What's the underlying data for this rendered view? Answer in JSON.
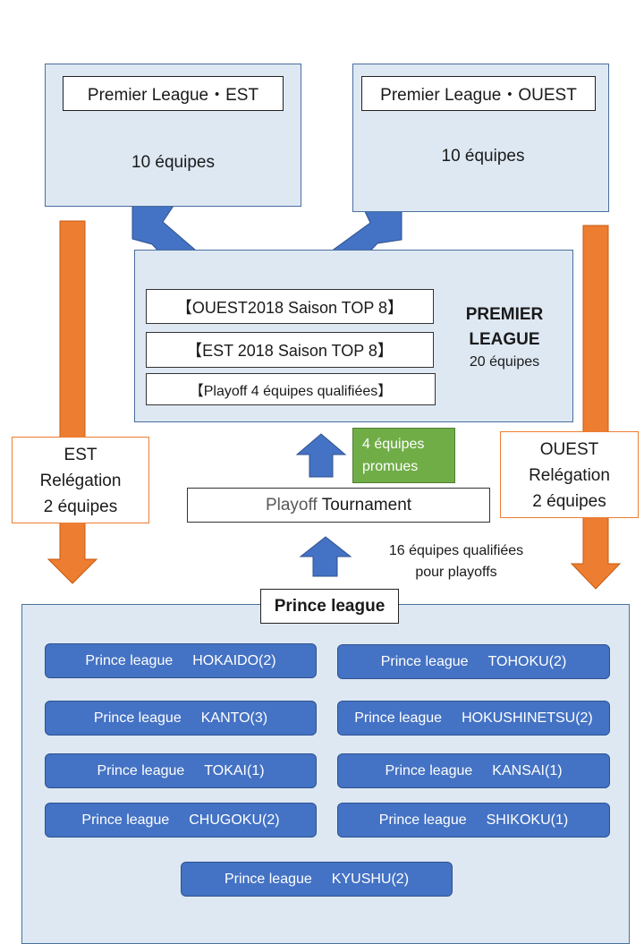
{
  "colors": {
    "panel_fill": "#dee8f3",
    "panel_border": "#4a6f9e",
    "arrow_blue": "#4472c4",
    "arrow_orange": "#ed7d31",
    "promoted_green": "#70ad47",
    "bracket_red": "#e00000"
  },
  "top_left": {
    "title": "Premier League・EST",
    "teams": "10 équipes"
  },
  "top_right": {
    "title": "Premier League・OUEST",
    "teams": "10 équipes"
  },
  "premier": {
    "rows": [
      "【OUEST2018 Saison TOP 8】",
      "【EST 2018 Saison TOP 8】",
      "【Playoff 4 équipes qualifiées】"
    ],
    "label_line1": "PREMIER",
    "label_line2": "LEAGUE",
    "label_teams": "20 équipes"
  },
  "relegation_left": {
    "line1": "EST",
    "line2": "Relégation",
    "line3": "2 équipes"
  },
  "relegation_right": {
    "line1": "OUEST",
    "line2": "Relégation",
    "line3": "2 équipes"
  },
  "promoted": {
    "line1": "4 équipes",
    "line2": "promues"
  },
  "playoff": {
    "word1": "Playoff",
    "word2": "Tournament"
  },
  "qualified": {
    "line1": "16 équipes qualifiées",
    "line2": "pour playoffs"
  },
  "prince": {
    "header": "Prince league",
    "leagues": [
      {
        "prefix": "Prince league",
        "region": "HOKAIDO(2)"
      },
      {
        "prefix": "Prince league",
        "region": "TOHOKU(2)"
      },
      {
        "prefix": "Prince league",
        "region": "KANTO(3)"
      },
      {
        "prefix": "Prince league",
        "region": "HOKUSHINETSU(2)"
      },
      {
        "prefix": "Prince league",
        "region": "TOKAI(1)"
      },
      {
        "prefix": "Prince league",
        "region": "KANSAI(1)"
      },
      {
        "prefix": "Prince league",
        "region": "CHUGOKU(2)"
      },
      {
        "prefix": "Prince league",
        "region": "SHIKOKU(1)"
      },
      {
        "prefix": "Prince league",
        "region": "KYUSHU(2)"
      }
    ]
  }
}
